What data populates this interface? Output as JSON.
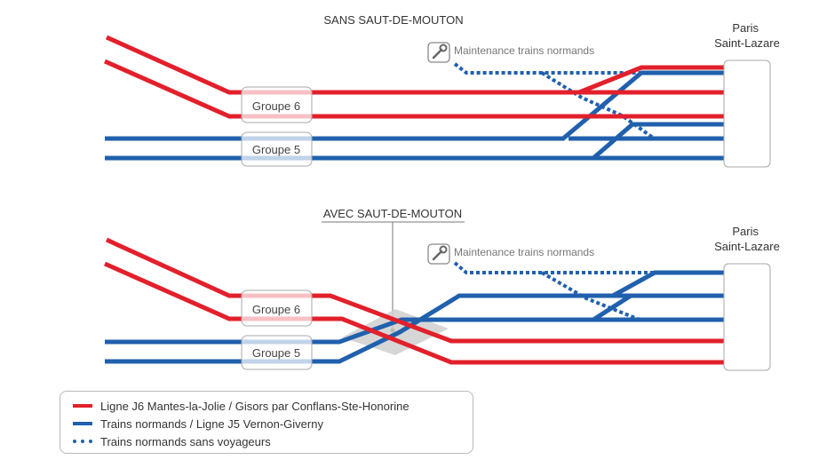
{
  "top": {
    "title": "SANS SAUT-DE-MOUTON",
    "maintenance_label": "Maintenance trains normands",
    "groupe6": "Groupe 6",
    "groupe5": "Groupe 5",
    "station": "Paris\nSaint-Lazare"
  },
  "bottom": {
    "title": "AVEC SAUT-DE-MOUTON",
    "maintenance_label": "Maintenance trains normands",
    "groupe6": "Groupe 6",
    "groupe5": "Groupe 5",
    "station": "Paris\nSaint-Lazare"
  },
  "legend": {
    "items": [
      {
        "label": "Ligne J6 Mantes-la-Jolie / Gisors par Conflans-Ste-Honorine",
        "color": "#e2202b",
        "style": "solid"
      },
      {
        "label": "Trains normands / Ligne J5 Vernon-Giverny",
        "color": "#2060ad",
        "style": "solid"
      },
      {
        "label": "Trains normands sans voyageurs",
        "color": "#2060ad",
        "style": "dotted"
      }
    ]
  },
  "colors": {
    "red": "#e2202b",
    "blue": "#2060ad",
    "box_border": "#a9a9a9",
    "text": "#444444"
  },
  "icons": {
    "maintenance": "wrench-icon"
  }
}
